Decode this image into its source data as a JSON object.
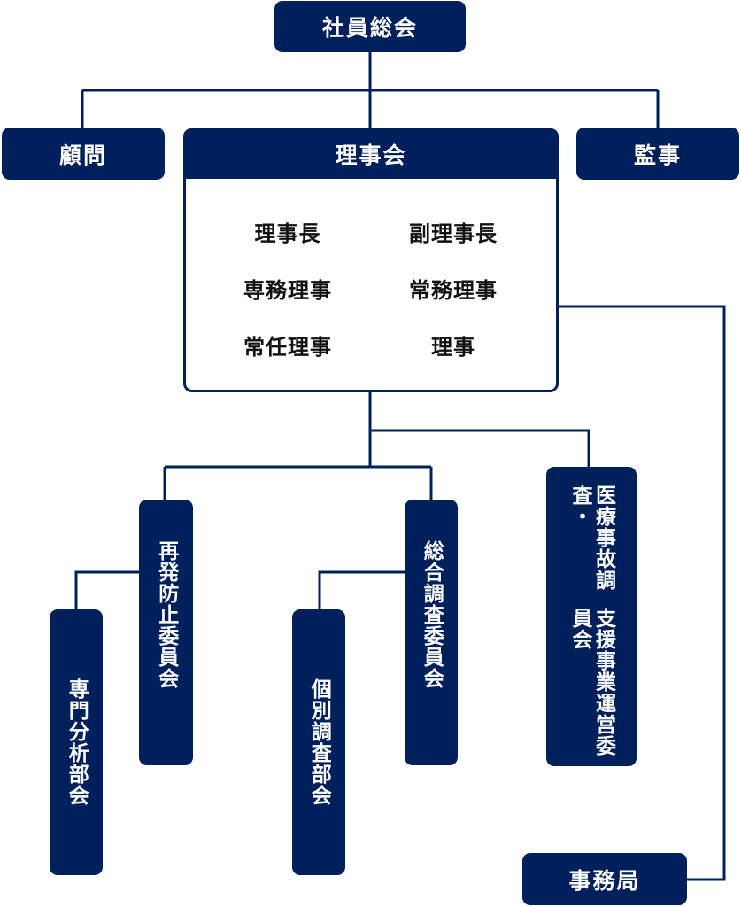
{
  "colors": {
    "primary": "#00205b",
    "text_dark": "#111111",
    "background": "#ffffff"
  },
  "nodes": {
    "general_assembly": "社員総会",
    "advisor": "顧問",
    "board": "理事会",
    "auditor": "監事",
    "recurrence_prevention_committee": "再発防止委員会",
    "expert_analysis_subcommittee": "専門分析部会",
    "general_investigation_committee": "総合調査委員会",
    "individual_investigation_subcommittee": "個別調査部会",
    "medical_accident_committee": {
      "col1": "医療事故調査・",
      "col2": "支援事業運営委員会"
    },
    "secretariat": "事務局"
  },
  "board_members": [
    "理事長",
    "副理事長",
    "専務理事",
    "常務理事",
    "常任理事",
    "理事"
  ]
}
